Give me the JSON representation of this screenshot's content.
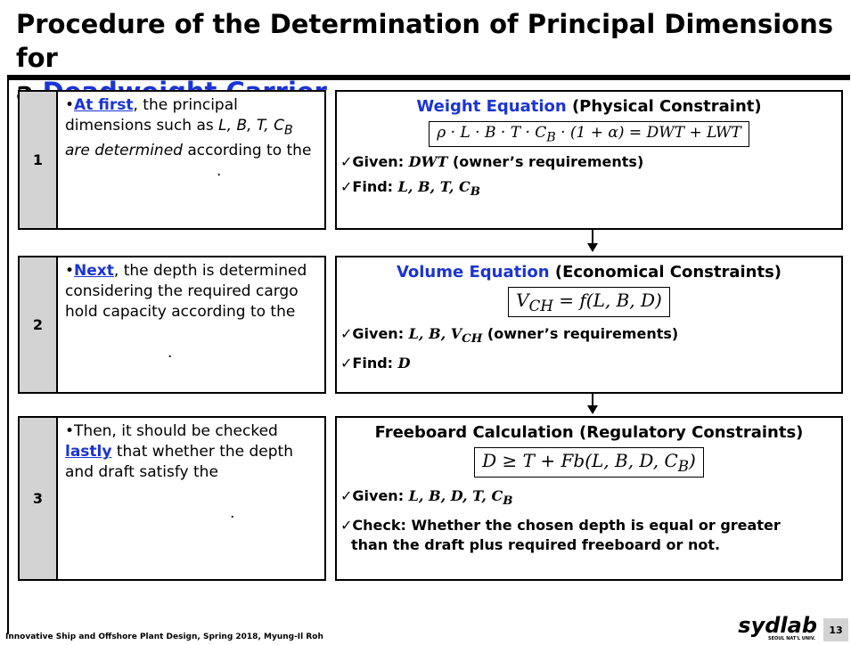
{
  "title": {
    "line1": "Procedure of the Determination of Principal Dimensions for",
    "line2_prefix": "a ",
    "line2_highlight": "Deadweight Carrier"
  },
  "steps": [
    {
      "number": "1",
      "keyword": "At first",
      "text1": ", the principal dimensions such as ",
      "vars": "L, B, T, C",
      "vars_sub": "B",
      "text2": " are determined",
      "text3": " according to the",
      "trailing": "."
    },
    {
      "number": "2",
      "keyword": "Next",
      "text1": ", the depth is determined considering the required cargo hold capacity according to the",
      "trailing": "."
    },
    {
      "number": "3",
      "prefix": "Then, it should be checked ",
      "keyword": "lastly",
      "text1": " that whether the depth and draft satisfy the",
      "trailing": "."
    }
  ],
  "equations": [
    {
      "title_blue": "Weight Equation",
      "title_rest": " (Physical Constraint)",
      "formula": "ρ · L · B · T · C_B · (1 + α) = DWT + LWT",
      "given_label": "Given: ",
      "given_vars": "DWT",
      "given_rest": " (owner’s requirements)",
      "find_label": "Find: ",
      "find_vars": "L, B, T, C",
      "find_sub": "B"
    },
    {
      "title_blue": "Volume Equation",
      "title_rest": " (Economical Constraints)",
      "formula": "V_CH = f(L, B, D)",
      "given_label": "Given: ",
      "given_vars": "L, B, V",
      "given_sub": "CH",
      "given_rest": " (owner’s requirements)",
      "find_label": "Find: ",
      "find_vars": "D"
    },
    {
      "title": "Freeboard Calculation (Regulatory Constraints)",
      "formula": "D ≥ T + Fb(L, B, D, C_B)",
      "given_label": "Given: ",
      "given_vars": "L, B, D, T, C",
      "given_sub": "B",
      "check_label": "Check: Whether the chosen depth is equal or greater",
      "check_line2": "than the draft plus required freeboard or not."
    }
  ],
  "check_mark": "✓",
  "footer": "Innovative Ship and Offshore Plant Design, Spring 2018, Myung-Il Roh",
  "logo": "sydlab",
  "logo_sub": "SEOUL NAT'L UNIV.",
  "page_number": "13"
}
